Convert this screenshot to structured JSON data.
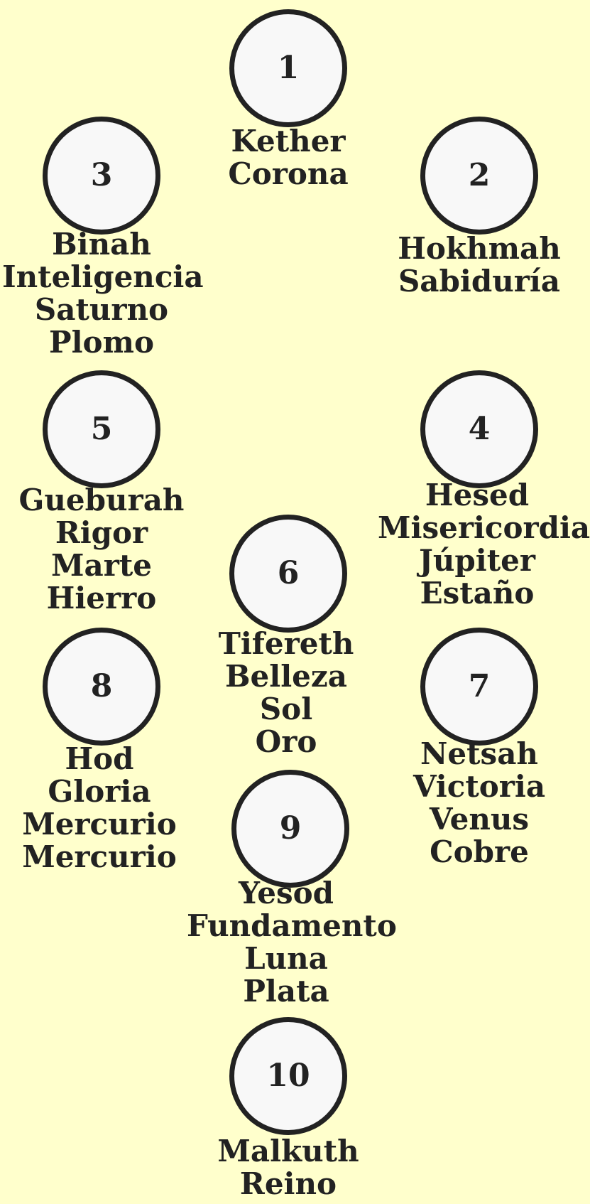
{
  "sefirot": [
    {
      "number": "1",
      "lines": [
        "Kether",
        "Corona"
      ]
    },
    {
      "number": "2",
      "lines": [
        "Hokhmah",
        "Sabiduría"
      ]
    },
    {
      "number": "3",
      "lines": [
        "Binah",
        "Inteligencia",
        "Saturno",
        "Plomo"
      ]
    },
    {
      "number": "4",
      "lines": [
        "Hesed",
        "Misericordia",
        "Júpiter",
        "Estaño"
      ]
    },
    {
      "number": "5",
      "lines": [
        "Gueburah",
        "Rigor",
        "Marte",
        "Hierro"
      ]
    },
    {
      "number": "6",
      "lines": [
        "Tifereth",
        "Belleza",
        "Sol",
        "Oro"
      ]
    },
    {
      "number": "7",
      "lines": [
        "Netsah",
        "Victoria",
        "Venus",
        "Cobre"
      ]
    },
    {
      "number": "8",
      "lines": [
        "Hod",
        "Gloria",
        "Mercurio",
        "Mercurio"
      ]
    },
    {
      "number": "9",
      "lines": [
        "Yesod",
        "Fundamento",
        "Luna",
        "Plata"
      ]
    },
    {
      "number": "10",
      "lines": [
        "Malkuth",
        "Reino"
      ]
    }
  ],
  "colors": {
    "background": "#ffffcc",
    "circle_fill": "#f8f8f8",
    "stroke": "#222222",
    "text": "#222222"
  }
}
